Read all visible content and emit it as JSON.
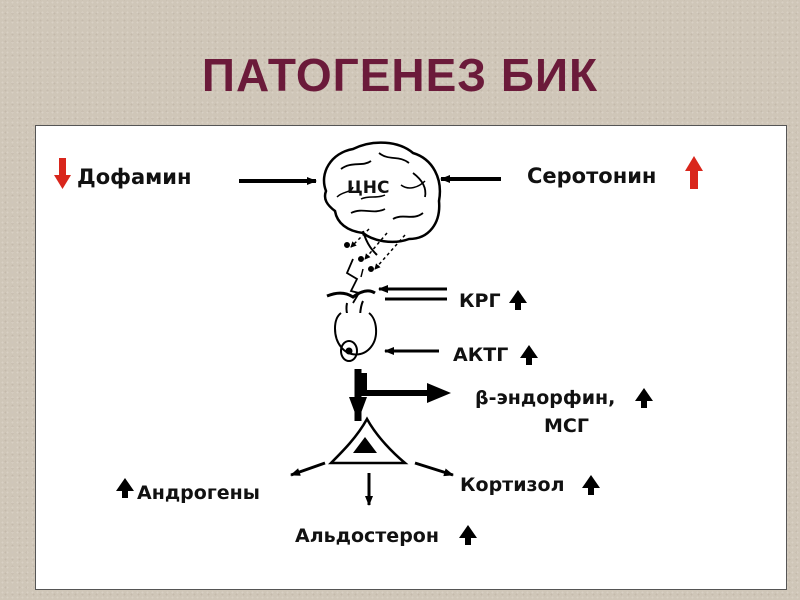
{
  "title": "ПАТОГЕНЕЗ БИК",
  "colors": {
    "title": "#6b1a3a",
    "arrow_red": "#d9261c"
  },
  "labels": {
    "dopamine": "Дофамин",
    "serotonin": "Серотонин",
    "cns": "ЦНС",
    "crh": "КРГ",
    "acth": "АКТГ",
    "endorphin_line1": "β-эндорфин,",
    "endorphin_line2": "МСГ",
    "androgens": "Андрогены",
    "cortisol": "Кортизол",
    "aldosterone": "Альдостерон"
  },
  "icons": {
    "dopamine": "red-down-arrow-icon",
    "serotonin": "red-up-arrow-icon",
    "increase": "black-up-arrow-icon"
  }
}
